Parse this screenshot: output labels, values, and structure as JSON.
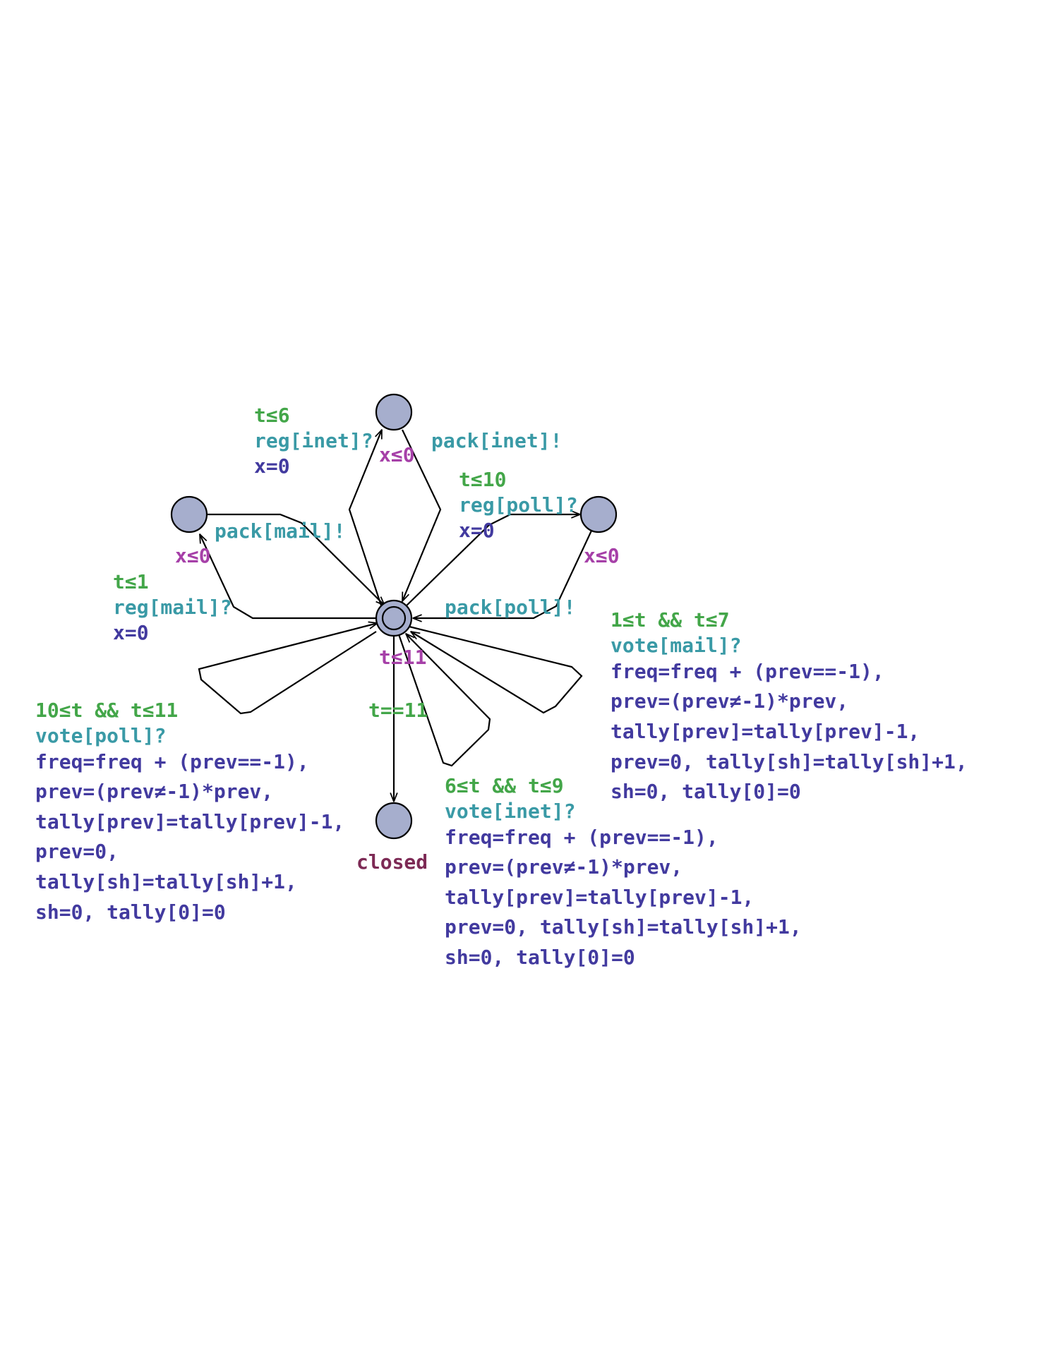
{
  "colors": {
    "guard": "#43a649",
    "sync": "#3a9aa6",
    "assignment": "#423a9f",
    "invariant": "#a640a8",
    "location_name": "#7d2a55",
    "location_fill": "#a6aecd"
  },
  "locations": {
    "center": {
      "invariant": "t≤11"
    },
    "top": {
      "invariant": "x≤0"
    },
    "left": {
      "invariant": "x≤0"
    },
    "right": {
      "invariant": "x≤0"
    },
    "closed": {
      "name": "closed"
    }
  },
  "edges": {
    "reg_inet": {
      "guard": "t≤6",
      "sync": "reg[inet]?",
      "assign": "x=0"
    },
    "pack_inet": {
      "sync": "pack[inet]!"
    },
    "reg_mail": {
      "guard": "t≤1",
      "sync": "reg[mail]?",
      "assign": "x=0"
    },
    "pack_mail": {
      "sync": "pack[mail]!"
    },
    "reg_poll": {
      "guard": "t≤10",
      "sync": "reg[poll]?",
      "assign": "x=0"
    },
    "pack_poll": {
      "sync": "pack[poll]!"
    },
    "to_closed": {
      "guard": "t==11"
    },
    "vote_mail": {
      "guard": "1≤t && t≤7",
      "sync": "vote[mail]?",
      "assign": [
        "freq=freq + (prev==-1),",
        "prev=(prev≠-1)*prev,",
        "tally[prev]=tally[prev]-1,",
        "prev=0, tally[sh]=tally[sh]+1,",
        "sh=0, tally[0]=0"
      ]
    },
    "vote_poll": {
      "guard": "10≤t && t≤11",
      "sync": "vote[poll]?",
      "assign": [
        "freq=freq + (prev==-1),",
        "prev=(prev≠-1)*prev,",
        "tally[prev]=tally[prev]-1,",
        "prev=0,",
        "tally[sh]=tally[sh]+1,",
        "sh=0, tally[0]=0"
      ]
    },
    "vote_inet": {
      "guard": "6≤t && t≤9",
      "sync": "vote[inet]?",
      "assign": [
        "freq=freq + (prev==-1),",
        "prev=(prev≠-1)*prev,",
        "tally[prev]=tally[prev]-1,",
        "prev=0, tally[sh]=tally[sh]+1,",
        "sh=0, tally[0]=0"
      ]
    }
  }
}
